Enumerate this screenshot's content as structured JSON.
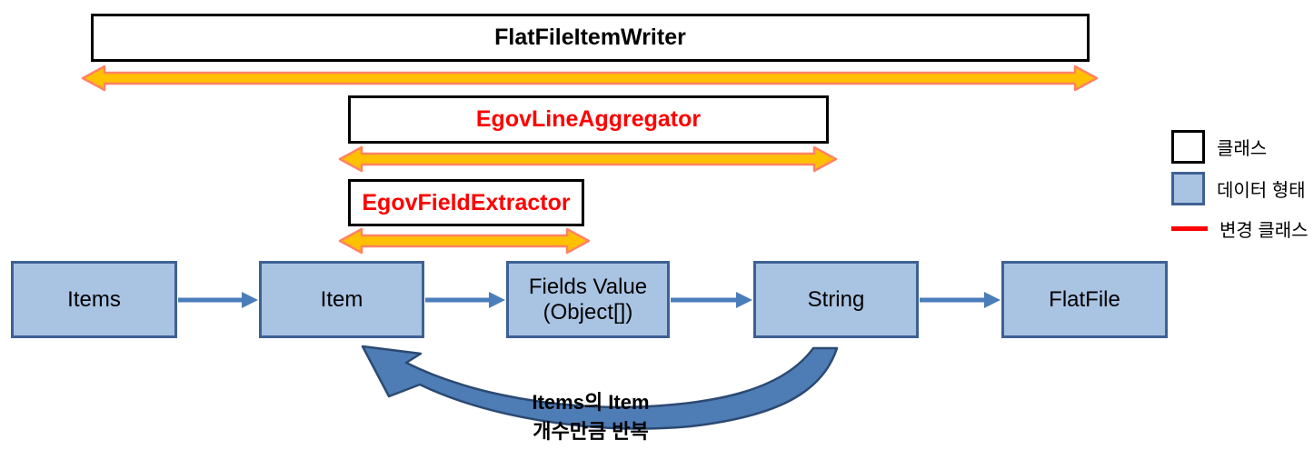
{
  "diagram": {
    "class_boxes": {
      "writer": "FlatFileItemWriter",
      "aggregator": "EgovLineAggregator",
      "extractor": "EgovFieldExtractor"
    },
    "nodes": [
      {
        "label": "Items"
      },
      {
        "label": "Item"
      },
      {
        "label": "Fields Value\n(Object[])"
      },
      {
        "label": "String"
      },
      {
        "label": "FlatFile"
      }
    ],
    "loop_annotation": {
      "line1": "Items의 Item",
      "line2": "개수만큼 반복"
    }
  },
  "legend": {
    "items": [
      {
        "swatch": "class-box-swatch",
        "label": "클래스"
      },
      {
        "swatch": "data-box-swatch",
        "label": "데이터 형태"
      },
      {
        "swatch": "changed-class-line-swatch",
        "label": "변경 클래스"
      }
    ]
  },
  "colors": {
    "class_border": "#000000",
    "changed_class_text": "#ff0000",
    "data_node_fill": "#a9c3e2",
    "data_node_border": "#3e6194",
    "flow_arrow": "#4a7ebb",
    "range_arrow_fill": "#ffc000",
    "range_arrow_outline": "#ff8264",
    "loop_arrow_fill": "#4e7cb5",
    "loop_arrow_outline": "#2b4a72",
    "legend_changed_line": "#ff0000"
  }
}
